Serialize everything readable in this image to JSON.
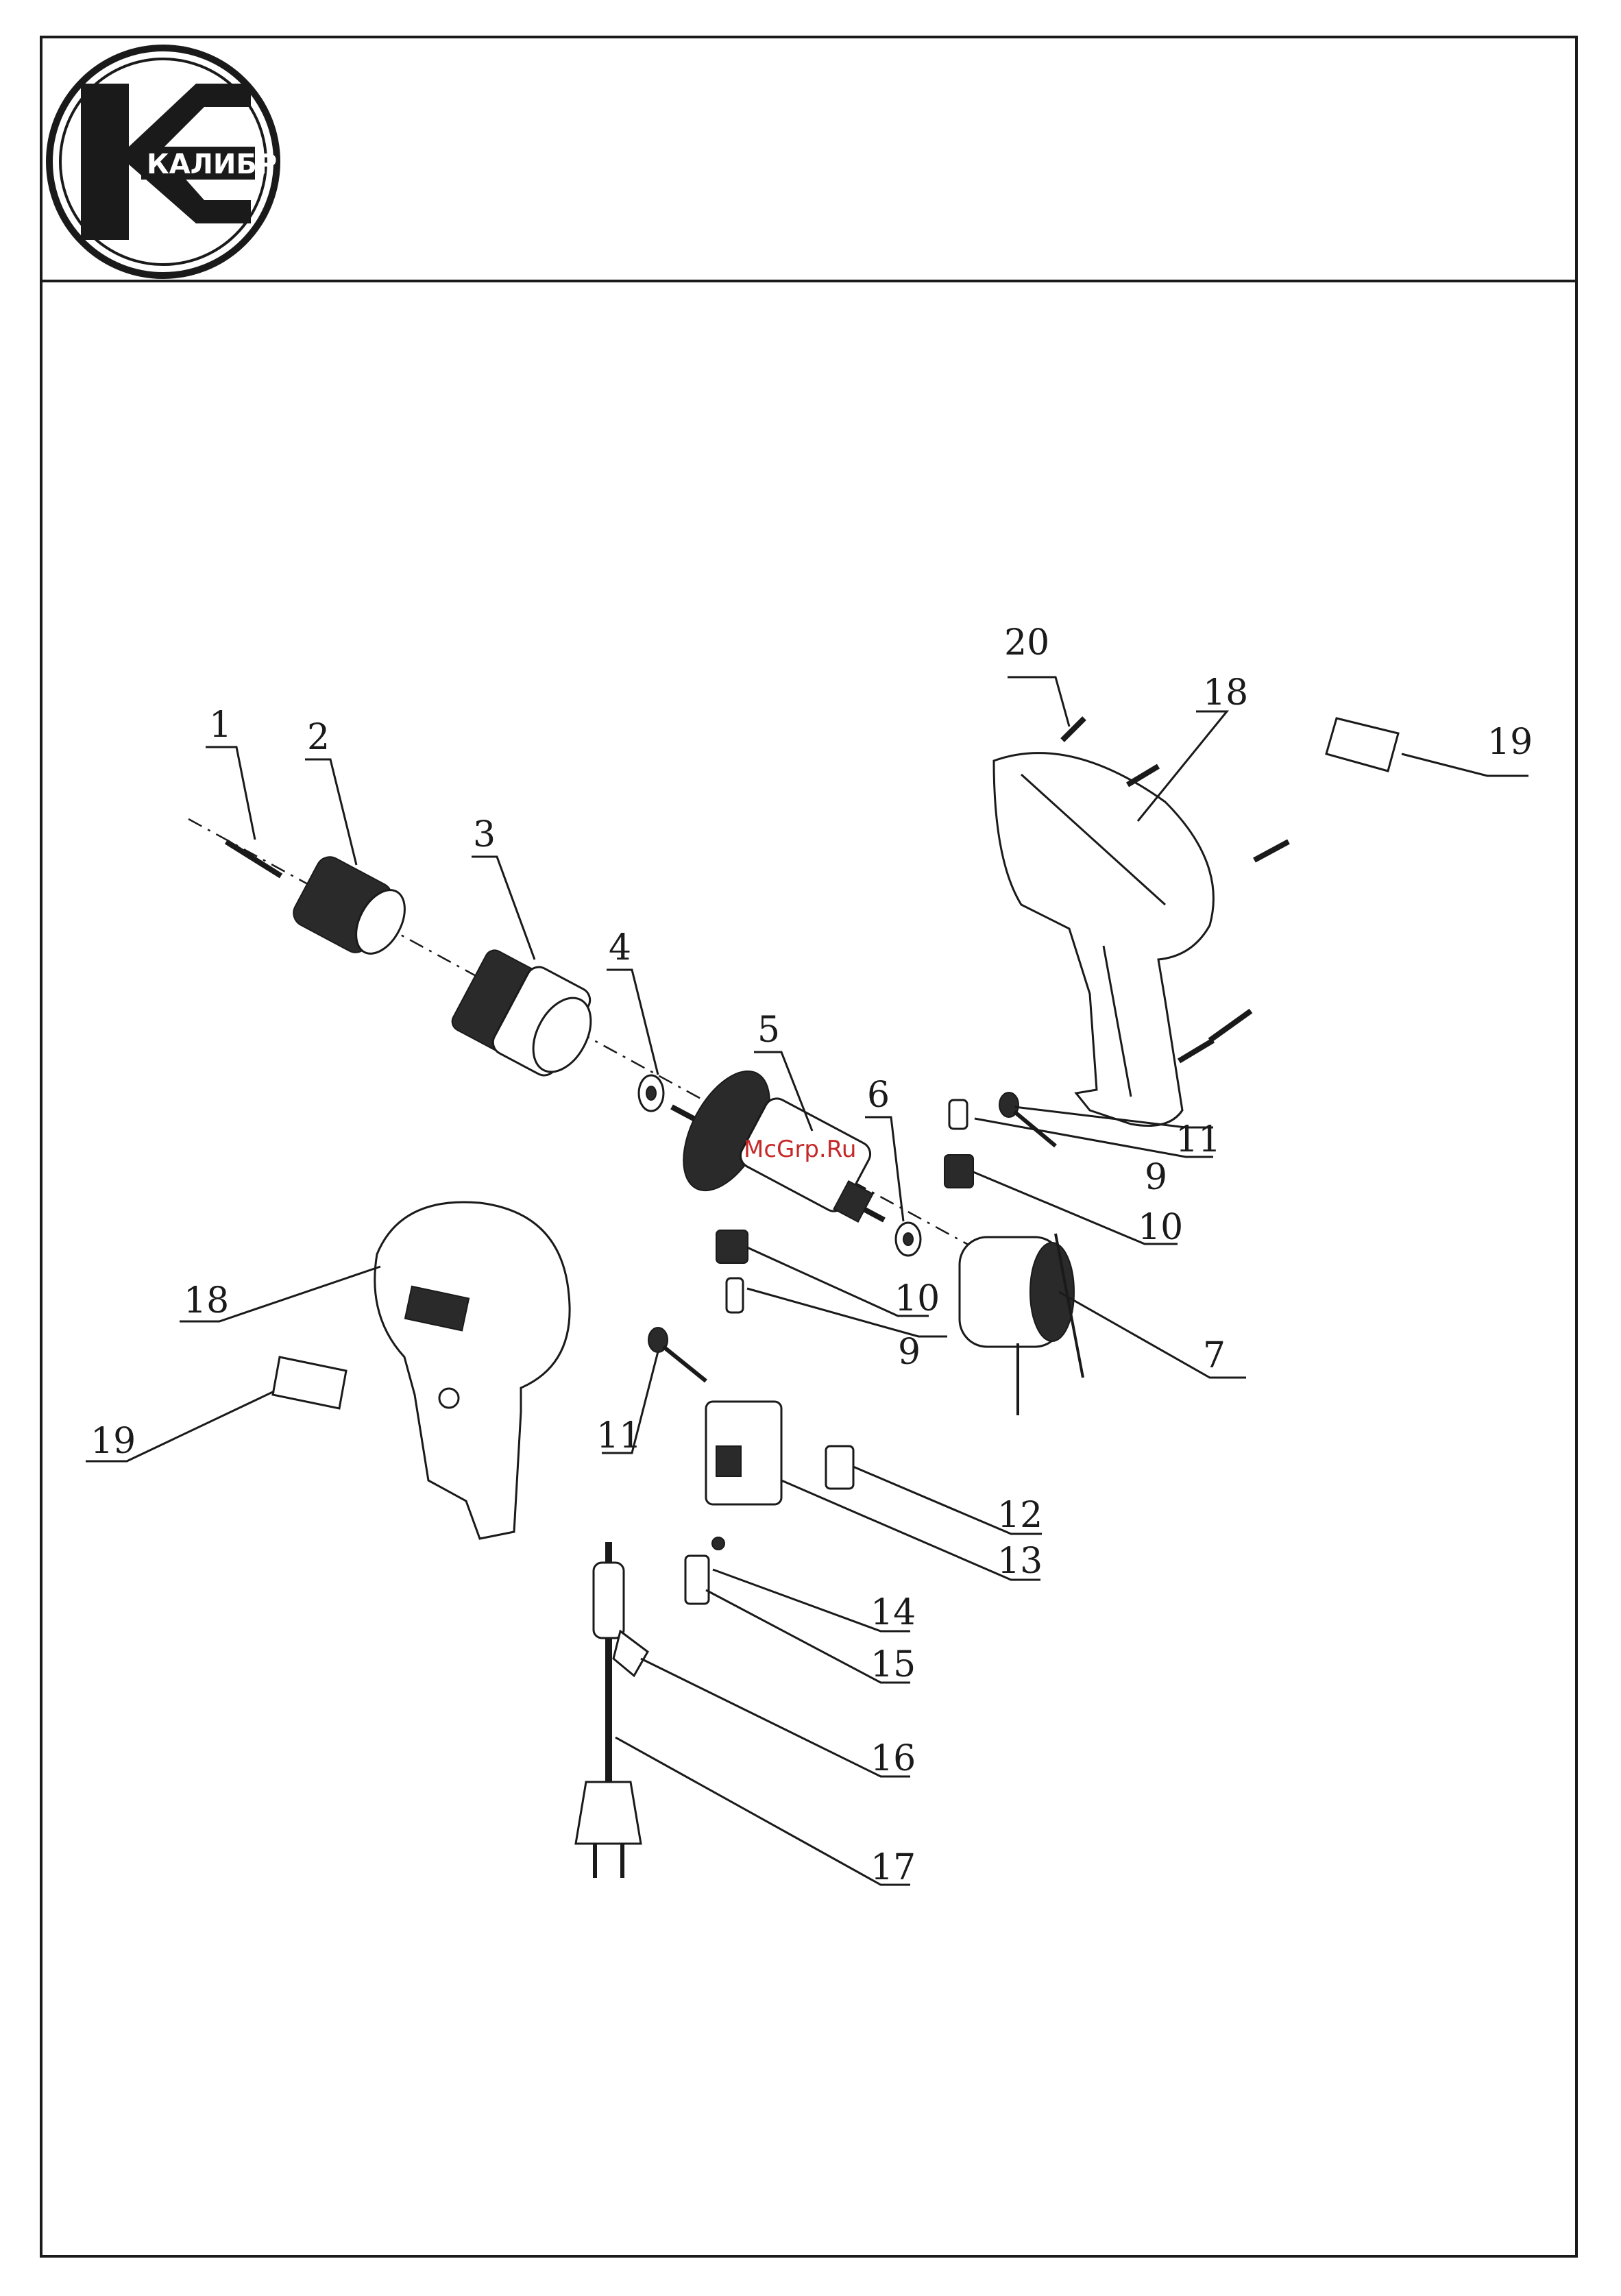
{
  "brand": {
    "name": "КАЛИБР",
    "color": "#1a1a1a"
  },
  "watermark": {
    "text": "McGrp.Ru",
    "color": "#c62828"
  },
  "callouts": [
    "1",
    "2",
    "3",
    "4",
    "5",
    "6",
    "7",
    "9",
    "9",
    "10",
    "10",
    "11",
    "11",
    "12",
    "13",
    "14",
    "15",
    "16",
    "17",
    "18",
    "18",
    "19",
    "19",
    "20"
  ]
}
